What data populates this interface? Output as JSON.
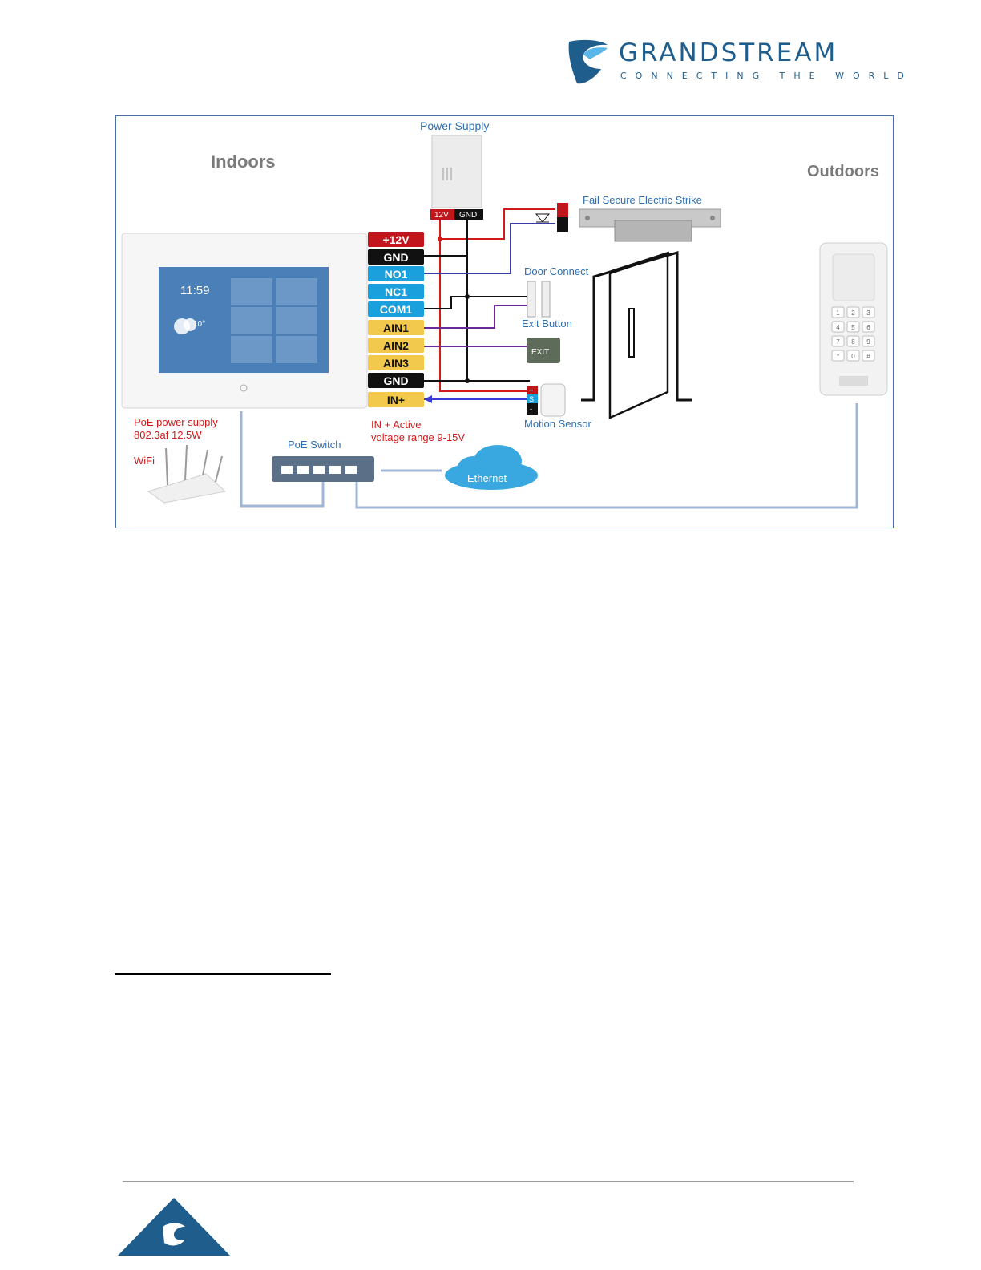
{
  "header": {
    "brand_name": "GRANDSTREAM",
    "brand_tagline": "CONNECTING THE WORLD",
    "brand_color": "#1f5d8c"
  },
  "diagram": {
    "indoors_label": "Indoors",
    "outdoors_label": "Outdoors",
    "power_supply_label": "Power Supply",
    "psu_terminals": [
      "12V",
      "GND"
    ],
    "terminals": [
      {
        "label": "+12V",
        "color": "#c0161c",
        "text_color": "#ffffff"
      },
      {
        "label": "GND",
        "color": "#111111",
        "text_color": "#ffffff"
      },
      {
        "label": "NO1",
        "color": "#1aa0dc",
        "text_color": "#ffffff"
      },
      {
        "label": "NC1",
        "color": "#1aa0dc",
        "text_color": "#ffffff"
      },
      {
        "label": "COM1",
        "color": "#1aa0dc",
        "text_color": "#ffffff"
      },
      {
        "label": "AIN1",
        "color": "#f2c94c",
        "text_color": "#111111"
      },
      {
        "label": "AIN2",
        "color": "#f2c94c",
        "text_color": "#111111"
      },
      {
        "label": "AIN3",
        "color": "#f2c94c",
        "text_color": "#111111"
      },
      {
        "label": "GND",
        "color": "#111111",
        "text_color": "#ffffff"
      },
      {
        "label": "IN+",
        "color": "#f2c94c",
        "text_color": "#111111"
      }
    ],
    "strike_label": "Fail Secure Electric Strike",
    "door_connect_label": "Door Connect",
    "exit_button_label": "Exit Button",
    "exit_text": "EXIT",
    "motion_sensor_label": "Motion Sensor",
    "motion_terminals": [
      "+",
      "S",
      "-"
    ],
    "in_active_line1": "IN + Active",
    "in_active_line2": "voltage range 9-15V",
    "poe_supply_line1": "PoE power supply",
    "poe_supply_line2": "802.3af 12.5W",
    "wifi_label": "WiFi",
    "poe_switch_label": "PoE Switch",
    "ethernet_label": "Ethernet",
    "screen_time": "11:59",
    "screen_temp": "10°",
    "keypad_keys": [
      "1",
      "2",
      "3",
      "4",
      "5",
      "6",
      "7",
      "8",
      "9",
      "*",
      "0",
      "#"
    ]
  }
}
